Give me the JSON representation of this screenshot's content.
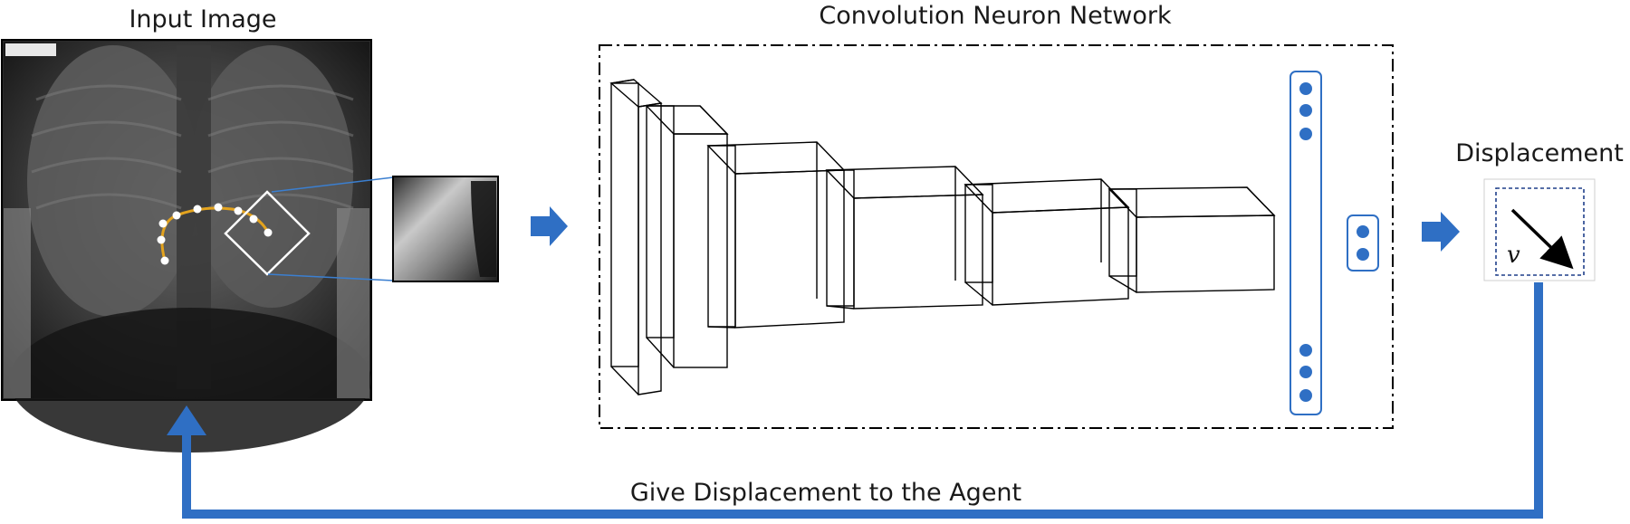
{
  "labels": {
    "input_image_title": "Input Image",
    "cnn_title": "Convolution Neuron Network",
    "displacement_title": "Displacement",
    "vector_symbol": "v",
    "feedback_label": "Give Displacement to the Agent"
  },
  "colors": {
    "accent_blue": "#2f6fc4",
    "node_blue": "#2f6fc4",
    "trajectory_orange": "#e3a31e",
    "dashed_box": "#1f3f8a"
  },
  "icons": {
    "arrow": "right-arrow-icon",
    "feedback": "feedback-arrow-icon"
  }
}
